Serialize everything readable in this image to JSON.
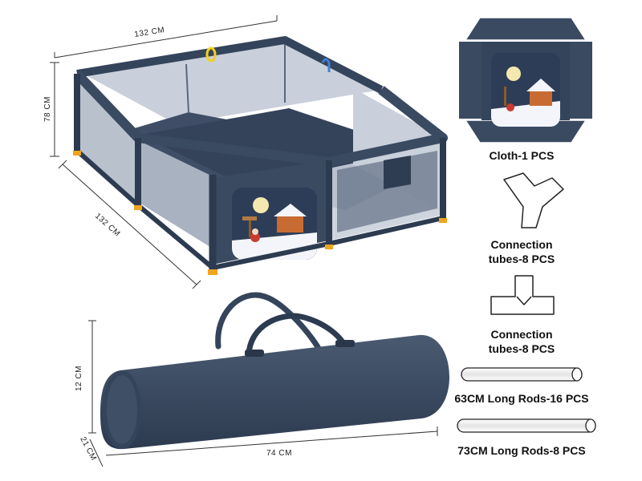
{
  "colors": {
    "fabric": "#3a4a61",
    "fabric_dark": "#2b3950",
    "mesh": "#c9d0db",
    "floor": "#3f4e66",
    "corner_foot": "#f0a41c",
    "ring_yellow": "#f2d020",
    "ring_blue": "#3f7fd6"
  },
  "dimensions": {
    "pen_length_top": "132 CM",
    "pen_height": "78 CM",
    "pen_length_side": "132 CM",
    "bag_height": "12 CM",
    "bag_depth": "21 CM",
    "bag_length": "74 CM"
  },
  "parts": {
    "cloth": "Cloth-1 PCS",
    "y_connector": [
      "Connection",
      "tubes-8 PCS"
    ],
    "t_connector": [
      "Connection",
      "tubes-8 PCS"
    ],
    "rod_63": "63CM Long Rods-16 PCS",
    "rod_73": "73CM Long Rods-8 PCS"
  }
}
